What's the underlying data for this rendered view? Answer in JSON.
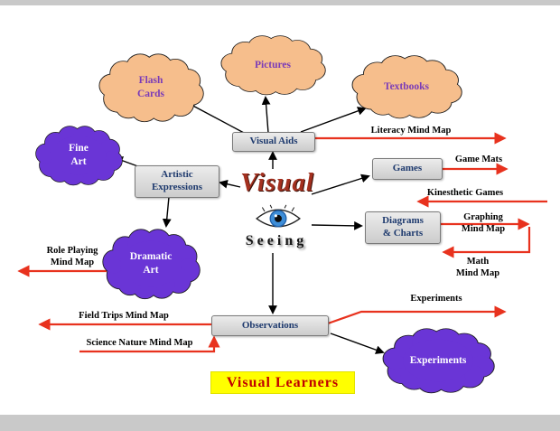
{
  "page_title": "Visual Learners",
  "center": {
    "title": "Visual",
    "subtitle": "Seeing"
  },
  "nodes": {
    "visual_aids": "Visual Aids",
    "artistic_expressions": "Artistic\nExpressions",
    "games": "Games",
    "diagrams_charts": "Diagrams\n& Charts",
    "observations": "Observations"
  },
  "clouds": {
    "flash_cards": "Flash\nCards",
    "pictures": "Pictures",
    "textbooks": "Textbooks",
    "fine_art": "Fine\nArt",
    "dramatic_art": "Dramatic\nArt",
    "experiments": "Experiments"
  },
  "mindmap_links": {
    "literacy": "Literacy Mind Map",
    "game_mats": "Game Mats",
    "kinesthetic_games": "Kinesthetic Games",
    "graphing": "Graphing\nMind Map",
    "math": "Math\nMind Map",
    "role_playing": "Role Playing\nMind Map",
    "field_trips": "Field Trips Mind Map",
    "science_nature": "Science Nature Mind Map",
    "experiments": "Experiments"
  },
  "banner": {
    "label": "Visual Learners"
  },
  "colors": {
    "cloud_orange": "#F6BE8C",
    "cloud_purple": "#6A35D6",
    "node_bg": "#D9D9D9",
    "node_text": "#1E3A6E",
    "arrow_red": "#E8321E",
    "banner_bg": "#FFFF00",
    "banner_text": "#C00000",
    "center_title_color": "#A3301F"
  }
}
